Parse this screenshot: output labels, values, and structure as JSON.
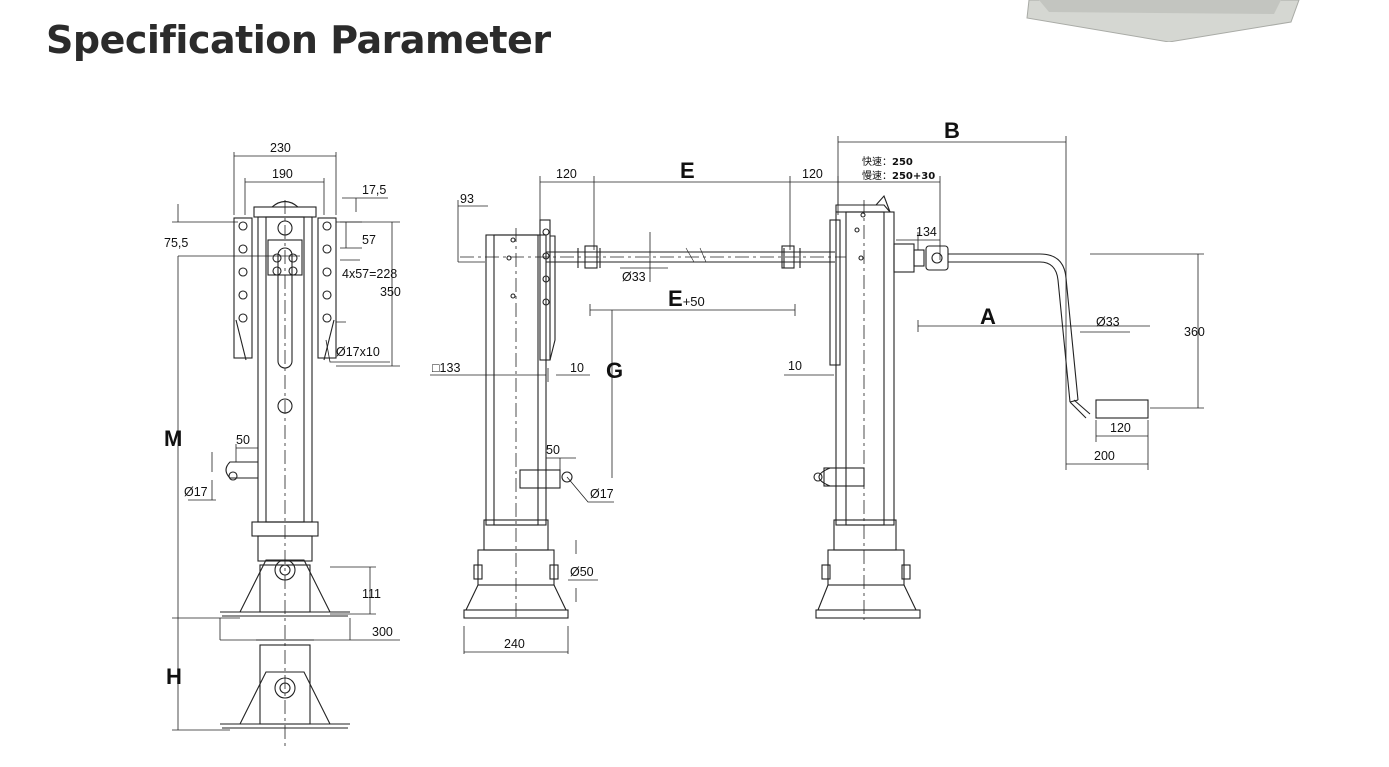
{
  "page": {
    "title": "Specification Parameter"
  },
  "labels": {
    "A": "A",
    "B": "B",
    "E": "E",
    "E50": "E",
    "E50_suffix": "+50",
    "G": "G",
    "H": "H",
    "M": "M"
  },
  "dims": {
    "d230": "230",
    "d190": "190",
    "d17_5": "17,5",
    "d75_5": "75,5",
    "d57": "57",
    "d4x57": "4x57=228",
    "d350": "350",
    "d17x10": "Ø17x10",
    "d50_left": "50",
    "d17_left": "Ø17",
    "d111": "111",
    "d300": "300",
    "d93": "93",
    "d120_a": "120",
    "d120_b": "120",
    "d33_mid": "Ø33",
    "d133": "□133",
    "d10_mid": "10",
    "d50_mid": "50",
    "d17_mid": "Ø17",
    "d50_dia": "Ø50",
    "d240": "240",
    "d10_right": "10",
    "d134": "134",
    "d33_right": "Ø33",
    "d360": "360",
    "d120_crank": "120",
    "d200": "200",
    "fast_label": "快速：",
    "fast_value": "250",
    "slow_label": "慢速：",
    "slow_value": "250+30"
  },
  "colors": {
    "line": "#222222",
    "title": "#2b2b2b",
    "photo": "#c9cbc6"
  }
}
